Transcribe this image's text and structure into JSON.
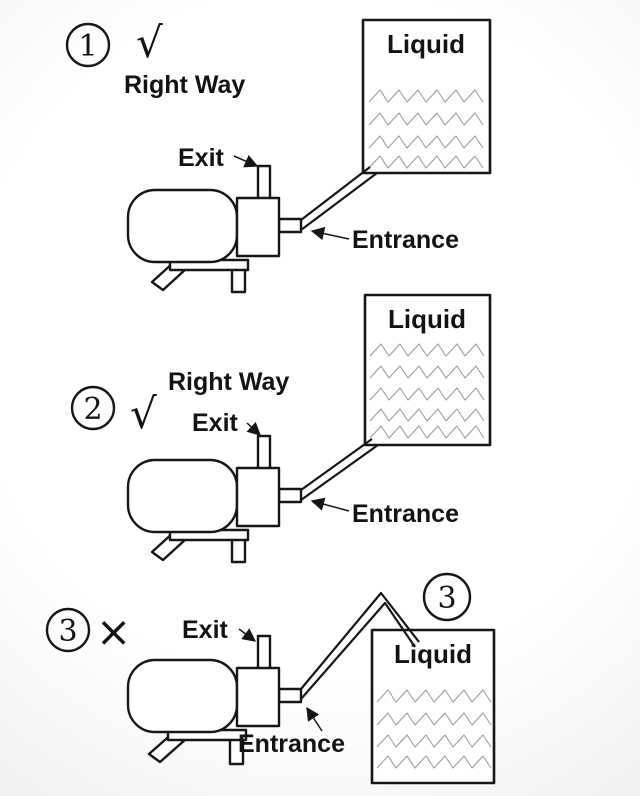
{
  "figure": {
    "background_color": "#ffffff",
    "line_color": "#161616",
    "wave_color": "#9c9c9c",
    "description_labels_present": [
      "Right Way",
      "Exit",
      "Entrance",
      "Liquid"
    ]
  },
  "panels": [
    {
      "number": "1",
      "mark": "√",
      "way_label": "Right Way",
      "exit_label": "Exit",
      "entrance_label": "Entrance",
      "liquid_label": "Liquid"
    },
    {
      "number": "2",
      "mark": "√",
      "way_label": "Right Way",
      "exit_label": "Exit",
      "entrance_label": "Entrance",
      "liquid_label": "Liquid"
    },
    {
      "number": "3",
      "mark": "×",
      "corner_number": "3",
      "exit_label": "Exit",
      "entrance_label": "Entrance",
      "liquid_label": "Liquid"
    }
  ]
}
